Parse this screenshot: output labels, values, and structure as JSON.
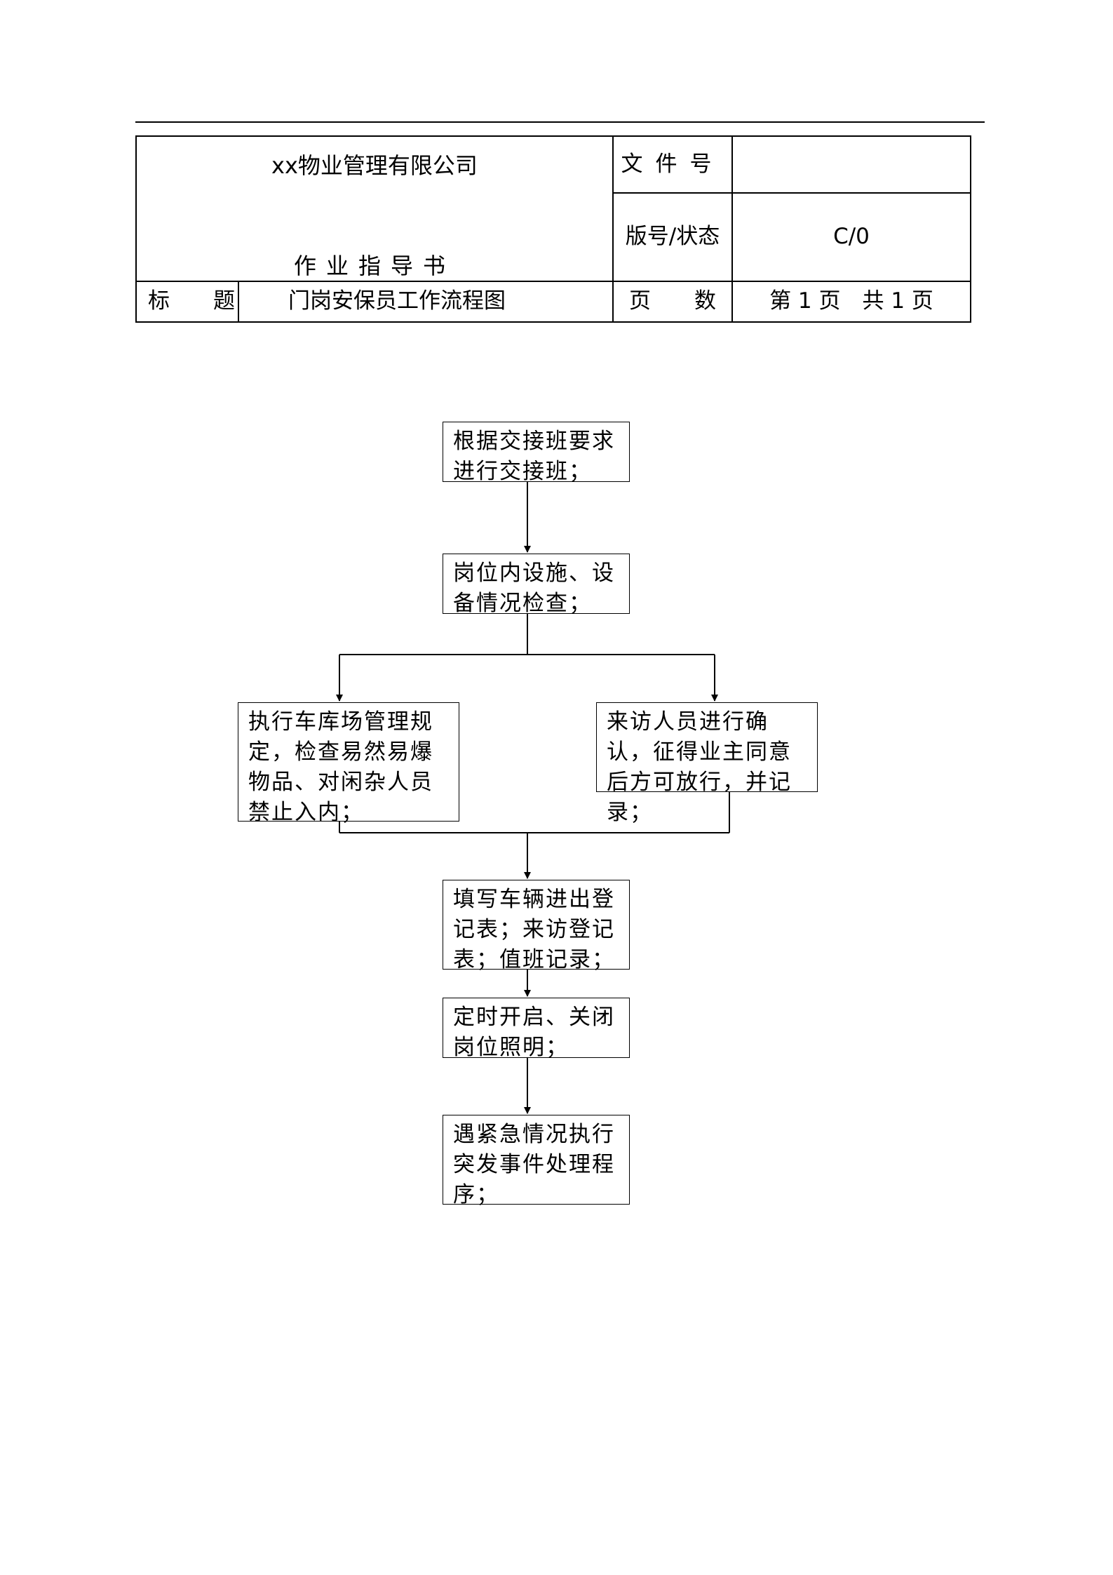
{
  "header": {
    "company": "xx物业管理有限公司",
    "doc_type": "作业指导书",
    "file_no_label": "文件号",
    "file_no_value": "",
    "version_label": "版号/状态",
    "version_value": "C/0",
    "title_label": "标　　题",
    "title_value": "门岗安保员工作流程图",
    "pages_label": "页　　数",
    "pages_value": "第 1 页　共 1 页"
  },
  "flowchart": {
    "step1": "根据交接班要求进行交接班；",
    "step2": "岗位内设施、设备情况检查；",
    "step3_left": "执行车库场管理规定，检查易然易爆物品、对闲杂人员禁止入内；",
    "step3_right": "来访人员进行确认，征得业主同意后方可放行，并记录；",
    "step4": "填写车辆进出登记表；来访登记表；值班记录；",
    "step5": "定时开启、关闭岗位照明；",
    "step6": "遇紧急情况执行突发事件处理程序；"
  }
}
